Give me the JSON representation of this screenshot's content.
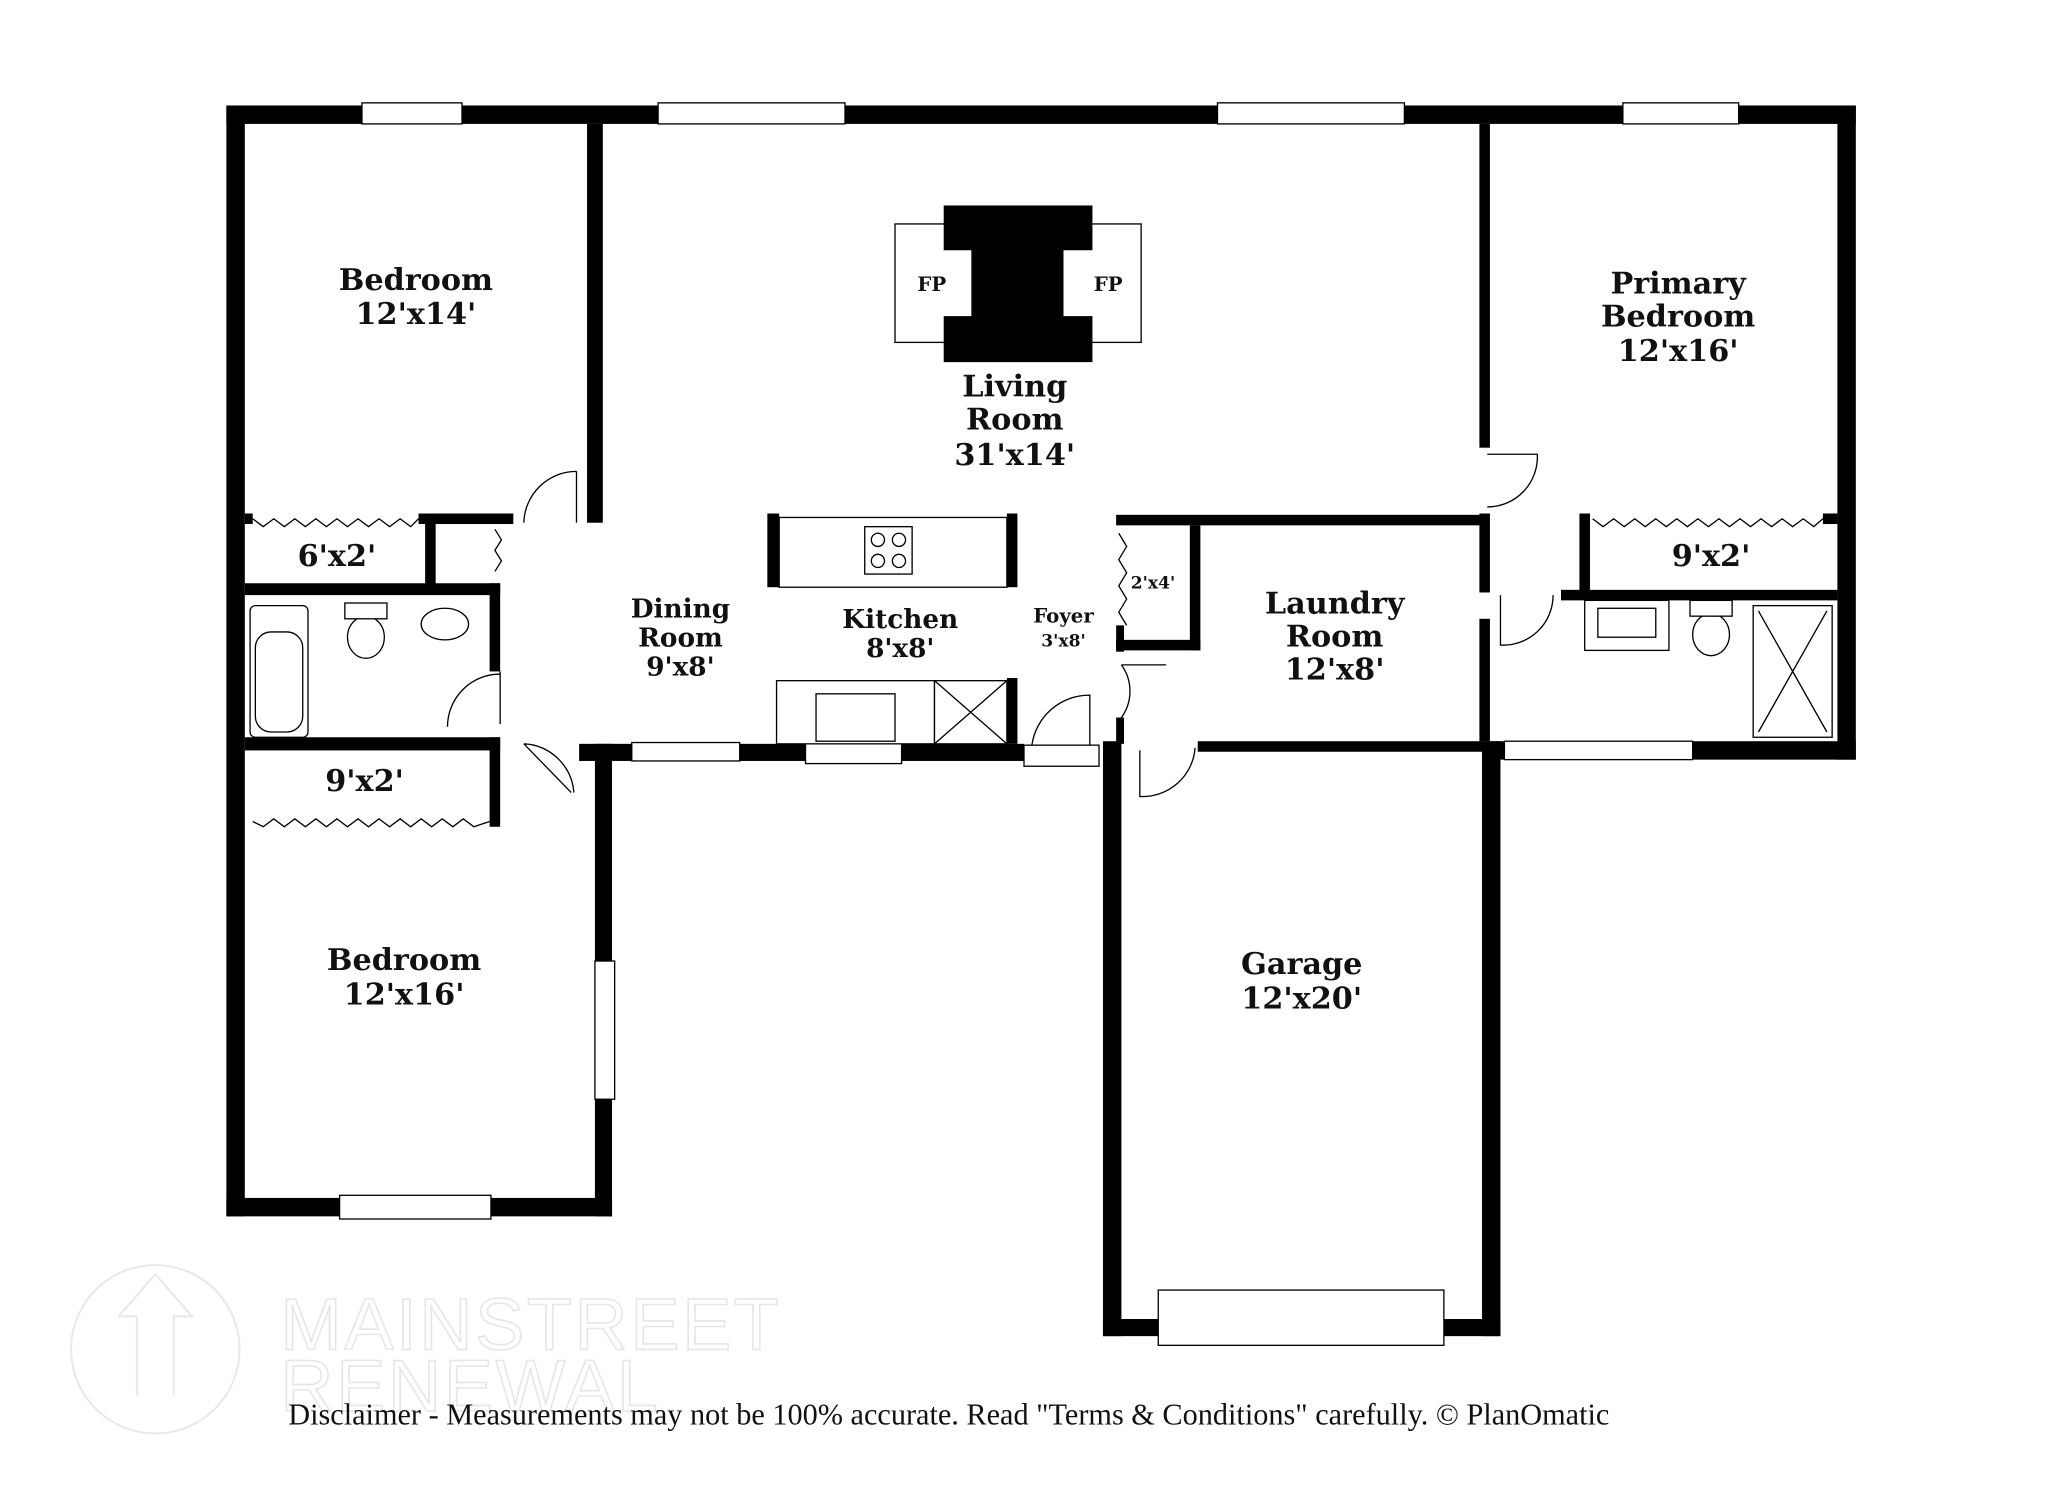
{
  "rooms": {
    "bedroom1": {
      "name": "Bedroom",
      "size": "12'x14'"
    },
    "living": {
      "name1": "Living",
      "name2": "Room",
      "size": "31'x14'"
    },
    "primary": {
      "name1": "Primary",
      "name2": "Bedroom",
      "size": "12'x16'"
    },
    "closet1": {
      "size": "6'x2'"
    },
    "dining": {
      "name1": "Dining",
      "name2": "Room",
      "size": "9'x8'"
    },
    "kitchen": {
      "name": "Kitchen",
      "size": "8'x8'"
    },
    "foyer": {
      "name": "Foyer",
      "size": "3'x8'"
    },
    "closet_foyer": {
      "size": "2'x4'"
    },
    "laundry": {
      "name1": "Laundry",
      "name2": "Room",
      "size": "12'x8'"
    },
    "closet_primary": {
      "size": "9'x2'"
    },
    "closet2": {
      "size": "9'x2'"
    },
    "bedroom2": {
      "name": "Bedroom",
      "size": "12'x16'"
    },
    "garage": {
      "name": "Garage",
      "size": "12'x20'"
    }
  },
  "fireplace": {
    "left": "FP",
    "right": "FP"
  },
  "watermark": {
    "line1": "MAINSTREET",
    "line2": "RENEWAL"
  },
  "disclaimer": "Disclaimer - Measurements may not be 100% accurate. Read \"Terms & Conditions\" carefully. © PlanOmatic"
}
